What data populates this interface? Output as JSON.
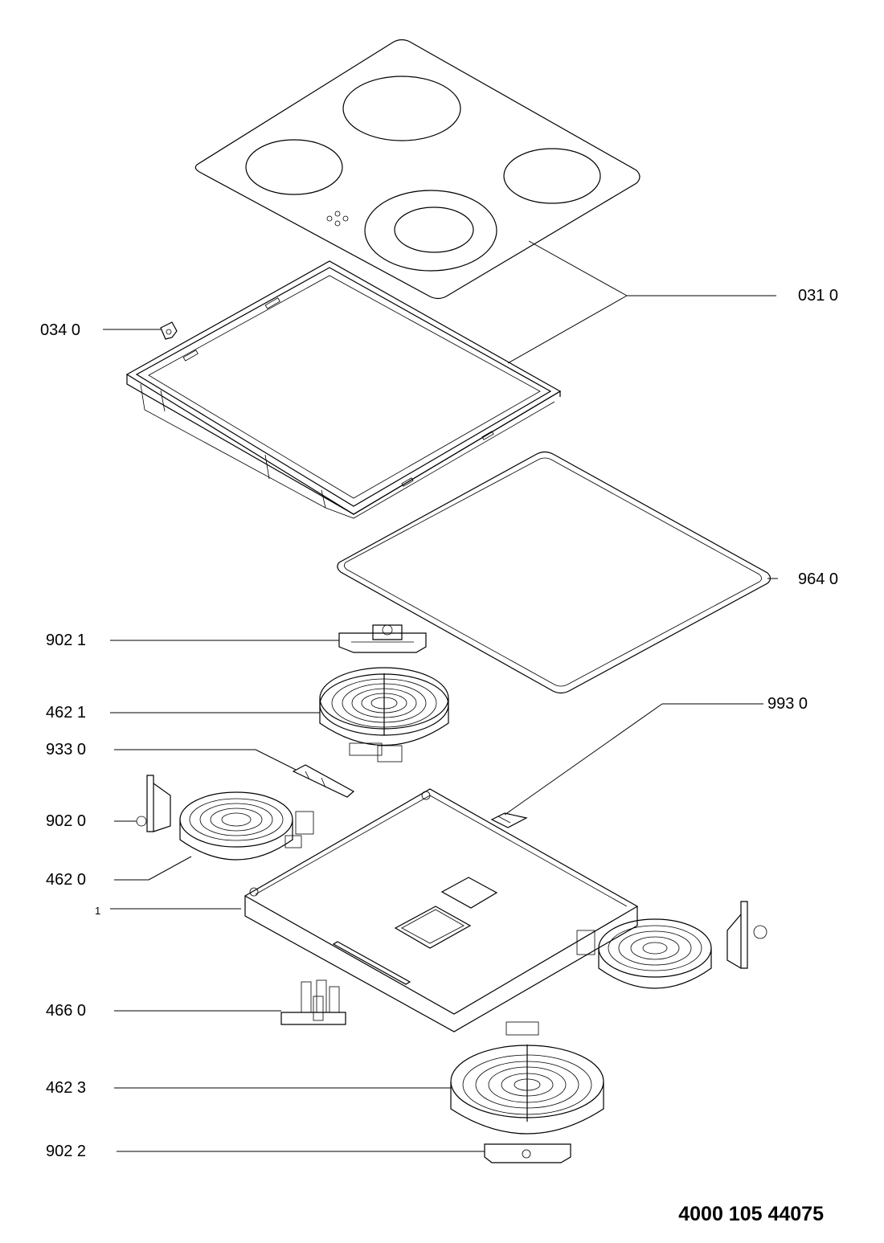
{
  "document_number": "4000 105 44075",
  "part_labels": {
    "p031": "031 0",
    "p034": "034 0",
    "p964": "964 0",
    "p902_1": "902 1",
    "p462_1": "462 1",
    "p993": "993 0",
    "p933": "933 0",
    "p902_0": "902 0",
    "p462_0": "462 0",
    "p1": "1",
    "p466": "466 0",
    "p462_3": "462 3",
    "p902_2": "902 2"
  }
}
